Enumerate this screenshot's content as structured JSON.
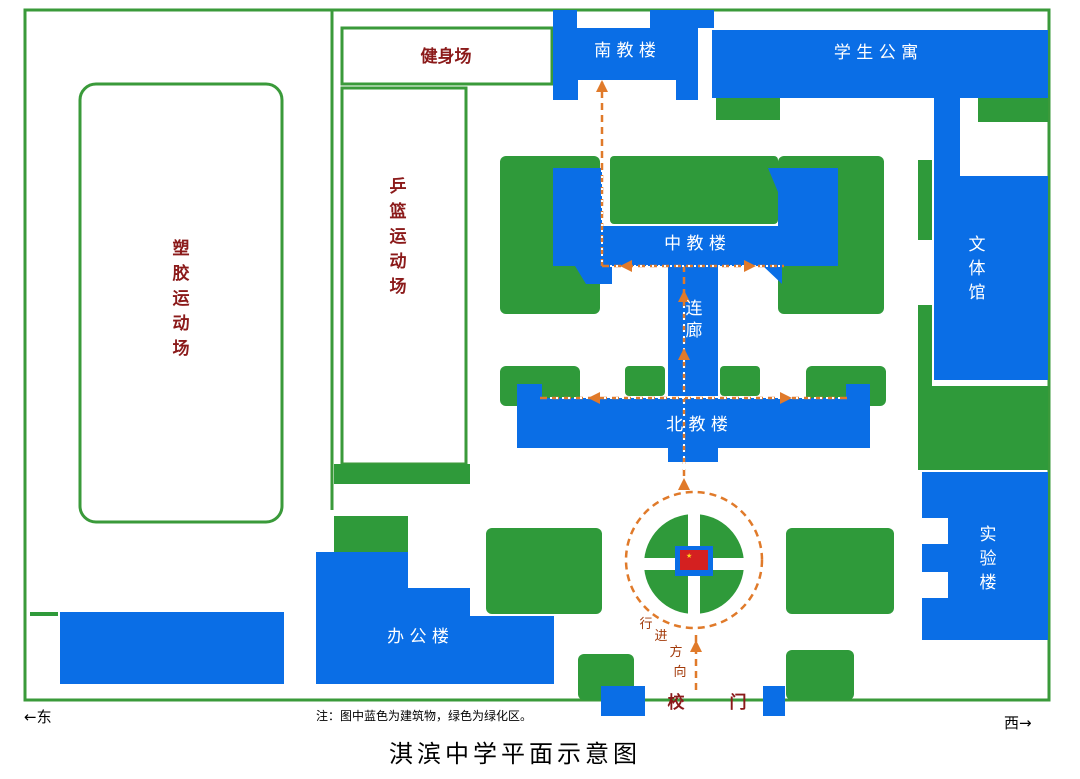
{
  "map": {
    "title": "淇滨中学平面示意图",
    "note": "注：图中蓝色为建筑物，绿色为绿化区。",
    "compass": {
      "east": "←东",
      "west": "西→"
    },
    "buildings": {
      "south_teaching": "南 教 楼",
      "dorm": "学 生 公 寓",
      "middle_teaching": "中 教 楼",
      "corridor": [
        "连",
        "廊"
      ],
      "north_teaching": "北 教 楼",
      "culture_sports": [
        "文",
        "体",
        "馆"
      ],
      "lab": [
        "实",
        "验",
        "楼"
      ],
      "office": "办 公 楼"
    },
    "areas": {
      "gym": "健身场",
      "plastic_track": [
        "塑",
        "胶",
        "运",
        "动",
        "场"
      ],
      "pingpong_basketball": [
        "乒",
        "篮",
        "运",
        "动",
        "场"
      ]
    },
    "gate": {
      "left": "校",
      "right": "门"
    },
    "direction": [
      "行",
      "进",
      "方",
      "向"
    ],
    "colors": {
      "building": "#0a6ee6",
      "green": "#2f9a3a",
      "route": "#e07a2a",
      "label": "#8b1a1a"
    }
  }
}
